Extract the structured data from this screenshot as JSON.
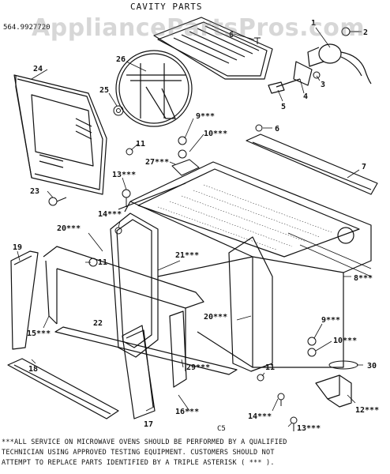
{
  "title": "CAVITY PARTS",
  "part_number": "564.9927720",
  "watermark": "AppliancePartsPros.com",
  "center_code": "C5",
  "callouts": [
    "1",
    "2",
    "3",
    "4",
    "5",
    "6",
    "6",
    "7",
    "8***",
    "9***",
    "9***",
    "10***",
    "10***",
    "11",
    "11",
    "11",
    "12***",
    "13***",
    "13***",
    "14***",
    "14***",
    "15***",
    "16***",
    "17",
    "18",
    "19",
    "20***",
    "20***",
    "21***",
    "22",
    "23",
    "24",
    "25",
    "26",
    "27***",
    "29***",
    "30"
  ],
  "footnote": [
    "***ALL SERVICE ON MICROWAVE OVENS SHOULD BE PERFORMED BY A QUALIFIED",
    "TECHNICIAN USING APPROVED TESTING EQUIPMENT. CUSTOMERS SHOULD NOT",
    "ATTEMPT TO REPLACE PARTS IDENTIFIED BY A TRIPLE ASTERISK ( *** )."
  ]
}
